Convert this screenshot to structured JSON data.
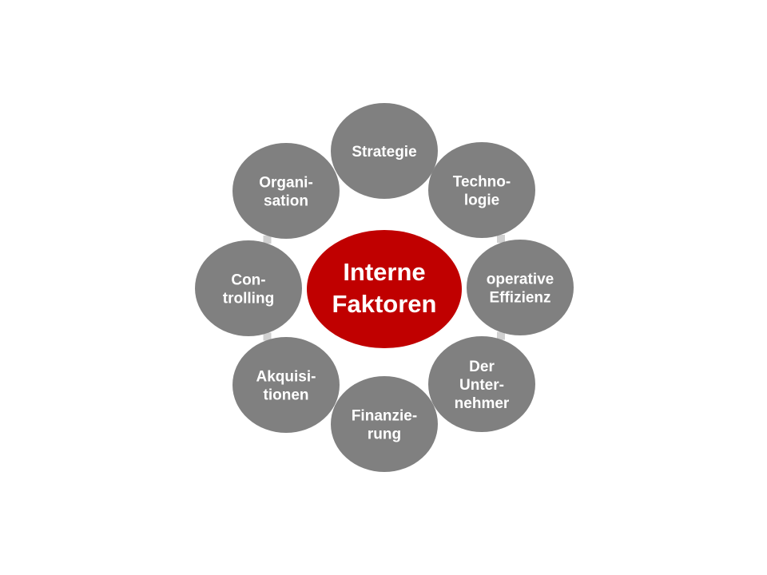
{
  "diagram": {
    "center": {
      "lines": [
        "Interne",
        "Faktoren"
      ],
      "color": "#c00000"
    },
    "node_color": "#808080",
    "connector_color": "#d0d0d0",
    "nodes": [
      {
        "id": "strategie",
        "lines": [
          "Strategie"
        ]
      },
      {
        "id": "technologie",
        "lines": [
          "Techno-",
          "logie"
        ]
      },
      {
        "id": "operative-effizienz",
        "lines": [
          "operative",
          "Effizienz"
        ]
      },
      {
        "id": "der-unternehmer",
        "lines": [
          "Der",
          "Unter-",
          "nehmer"
        ]
      },
      {
        "id": "finanzierung",
        "lines": [
          "Finanzie-",
          "rung"
        ]
      },
      {
        "id": "akquisitionen",
        "lines": [
          "Akquisi-",
          "tionen"
        ]
      },
      {
        "id": "controlling",
        "lines": [
          "Con-",
          "trolling"
        ]
      },
      {
        "id": "organisation",
        "lines": [
          "Organi-",
          "sation"
        ]
      }
    ]
  }
}
